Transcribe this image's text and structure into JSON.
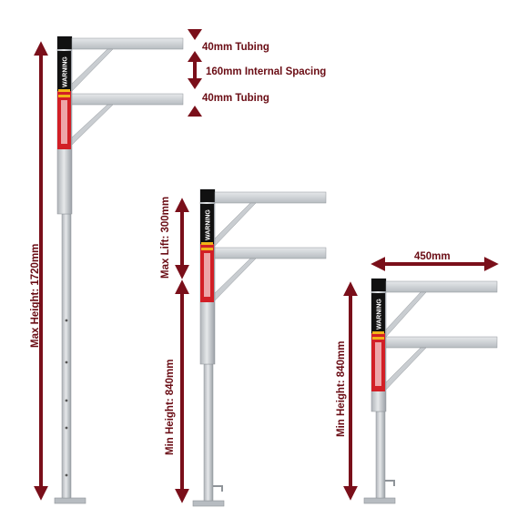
{
  "colors": {
    "steel": "#c9cdd1",
    "steel_dark": "#8f9499",
    "steel_light": "#e6e8ea",
    "accent": "#7a0f1a",
    "label_red": "#d21f26",
    "black": "#111111",
    "hazard_yellow": "#f2b418"
  },
  "labels": {
    "tubing_top": "40mm Tubing",
    "internal_spacing": "160mm Internal Spacing",
    "tubing_bottom": "40mm Tubing",
    "max_height": "Max Height: 1720mm",
    "max_lift": "Max Lift: 300mm",
    "min_height_middle": "Min Height: 840mm",
    "min_height_right": "Min Height: 840mm",
    "arm_length": "450mm"
  },
  "product_label": {
    "warning": "WARNING"
  },
  "icons": {
    "dimension_arrow": "double-headed-arrow",
    "stand": "steel-stand-illustration"
  }
}
